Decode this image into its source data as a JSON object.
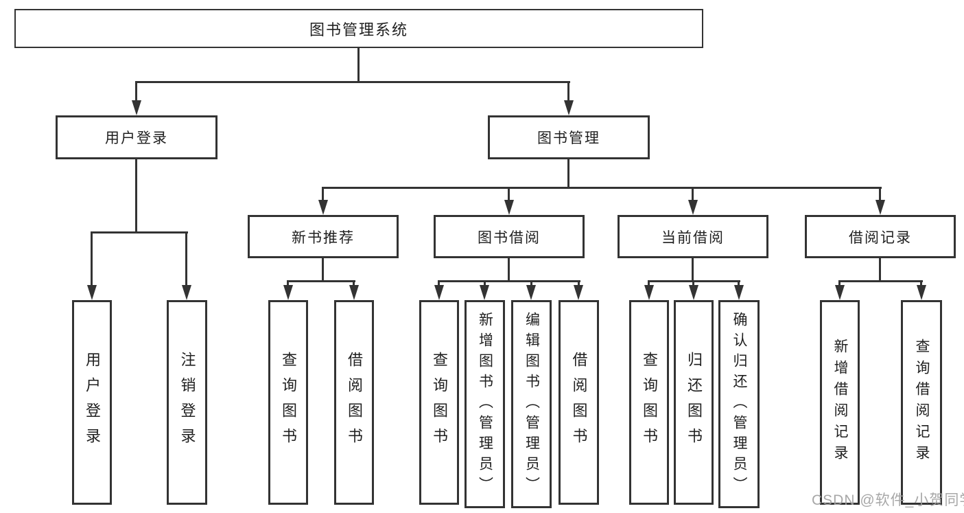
{
  "diagram": {
    "title": "图书管理系统",
    "watermark": "CSDN @软件_小贺同学",
    "colors": {
      "line": "#333333",
      "text": "#1f1f1f",
      "watermark": "#a0a0a0",
      "background": "#ffffff"
    }
  },
  "nodes": {
    "root": {
      "label": "图书管理系统"
    },
    "user_login": {
      "label": "用户登录"
    },
    "book_mgmt": {
      "label": "图书管理"
    },
    "new_book_rec": {
      "label": "新书推荐"
    },
    "book_borrow": {
      "label": "图书借阅"
    },
    "current_borrow": {
      "label": "当前借阅"
    },
    "borrow_records": {
      "label": "借阅记录"
    },
    "leaf_user_login": {
      "label": "用户登录"
    },
    "leaf_logout": {
      "label": "注销登录"
    },
    "leaf_rec_query": {
      "label": "查询图书"
    },
    "leaf_rec_borrow": {
      "label": "借阅图书"
    },
    "leaf_bb_query": {
      "label": "查询图书"
    },
    "leaf_bb_add": {
      "label": "新增图书（管理员）"
    },
    "leaf_bb_edit": {
      "label": "编辑图书（管理员）"
    },
    "leaf_bb_borrow": {
      "label": "借阅图书"
    },
    "leaf_cb_query": {
      "label": "查询图书"
    },
    "leaf_cb_return": {
      "label": "归还图书"
    },
    "leaf_cb_confirm": {
      "label": "确认归还（管理员）"
    },
    "leaf_br_add": {
      "label": "新增借阅记录"
    },
    "leaf_br_query": {
      "label": "查询借阅记录"
    }
  },
  "edges": [
    [
      "root",
      "user_login"
    ],
    [
      "root",
      "book_mgmt"
    ],
    [
      "user_login",
      "leaf_user_login"
    ],
    [
      "user_login",
      "leaf_logout"
    ],
    [
      "book_mgmt",
      "new_book_rec"
    ],
    [
      "book_mgmt",
      "book_borrow"
    ],
    [
      "book_mgmt",
      "current_borrow"
    ],
    [
      "book_mgmt",
      "borrow_records"
    ],
    [
      "new_book_rec",
      "leaf_rec_query"
    ],
    [
      "new_book_rec",
      "leaf_rec_borrow"
    ],
    [
      "book_borrow",
      "leaf_bb_query"
    ],
    [
      "book_borrow",
      "leaf_bb_add"
    ],
    [
      "book_borrow",
      "leaf_bb_edit"
    ],
    [
      "book_borrow",
      "leaf_bb_borrow"
    ],
    [
      "current_borrow",
      "leaf_cb_query"
    ],
    [
      "current_borrow",
      "leaf_cb_return"
    ],
    [
      "current_borrow",
      "leaf_cb_confirm"
    ],
    [
      "borrow_records",
      "leaf_br_add"
    ],
    [
      "borrow_records",
      "leaf_br_query"
    ]
  ]
}
